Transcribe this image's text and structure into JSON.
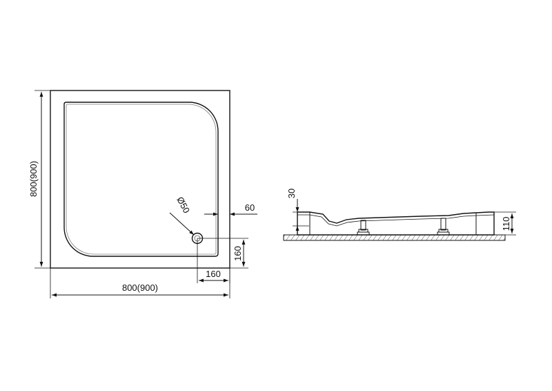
{
  "plan_view": {
    "width_label": "800(900)",
    "height_label": "800(900)",
    "drain_diameter_label": "Ø50",
    "drain_offset_x_label": "160",
    "drain_offset_y_label": "160",
    "rim_width_label": "60"
  },
  "side_view": {
    "rim_height_label": "30",
    "total_height_label": "110"
  }
}
